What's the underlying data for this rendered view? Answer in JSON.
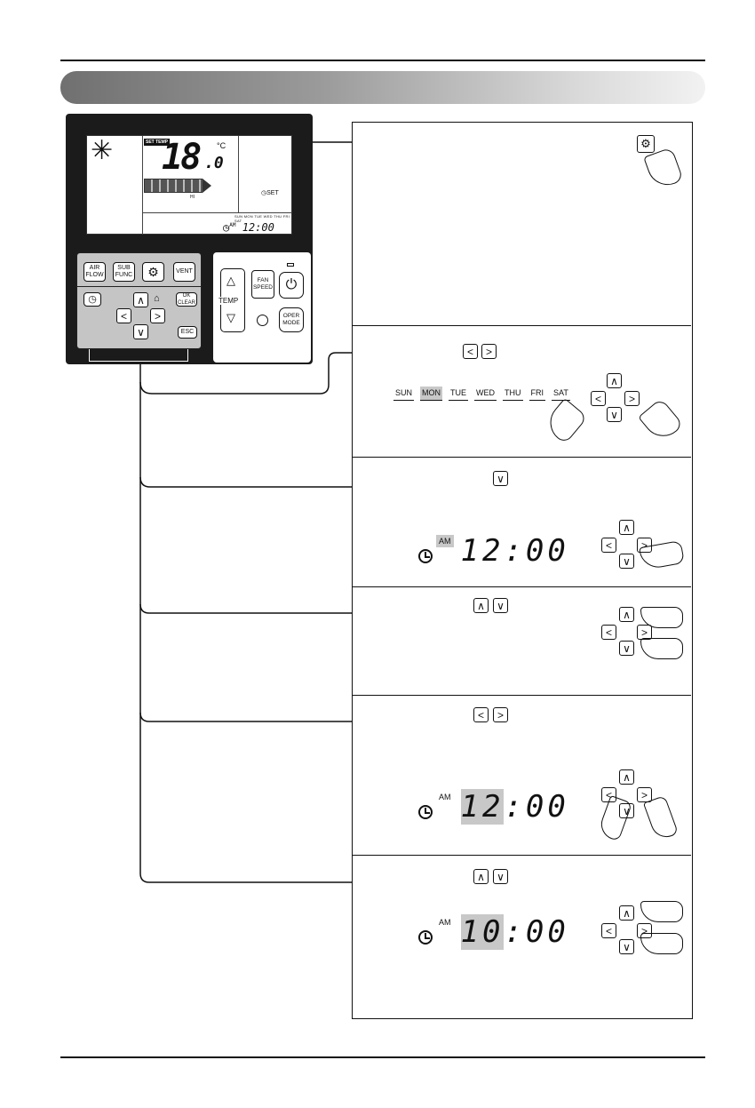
{
  "remote": {
    "lcd": {
      "set_temp_badge": "SET TEMP",
      "temperature": "18",
      "temperature_decimal": ".0",
      "unit": "°C",
      "fan_label": "HI",
      "timer_label": "SET",
      "days": "SUN MON TUE WED THU FRI SAT",
      "ampm": "AM",
      "time": "12:00"
    },
    "buttons": {
      "air_flow": "AIR FLOW",
      "sub_func": "SUB FUNC",
      "settings": "⚙",
      "vent": "VENT",
      "timer": "◷",
      "ok_clear": "OK CLEAR",
      "esc": "ESC",
      "up": "∧",
      "down": "∨",
      "left": "<",
      "right": ">",
      "temp": "TEMP",
      "temp_up": "△",
      "temp_down": "▽",
      "fan_speed": "FAN SPEED",
      "power": "⏻",
      "oper_mode": "OPER MODE"
    }
  },
  "steps": {
    "days": [
      "SUN",
      "MON",
      "TUE",
      "WED",
      "THU",
      "FRI",
      "SAT"
    ],
    "selected_day": "MON",
    "ampm": "AM",
    "time_1": "12:00",
    "time_2_hour": "12",
    "time_2_rest": ":00",
    "time_3_hour": "10",
    "time_3_rest": ":00",
    "key_left": "<",
    "key_right": ">",
    "key_up": "∧",
    "key_down": "∨",
    "key_settings": "⚙"
  }
}
